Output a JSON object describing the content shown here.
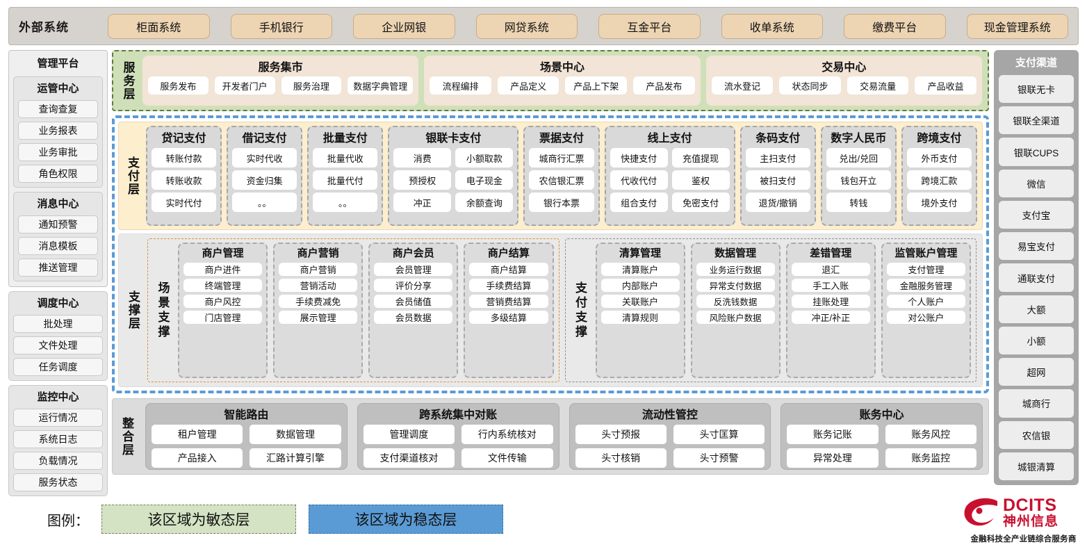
{
  "external": {
    "title": "外部系统",
    "items": [
      "柜面系统",
      "手机银行",
      "企业网银",
      "网贷系统",
      "互金平台",
      "收单系统",
      "缴费平台",
      "现金管理系统"
    ]
  },
  "management": {
    "title": "管理平台",
    "groups": [
      {
        "title": "运管中心",
        "items": [
          "查询查复",
          "业务报表",
          "业务审批",
          "角色权限"
        ]
      },
      {
        "title": "消息中心",
        "items": [
          "通知预警",
          "消息模板",
          "推送管理"
        ]
      }
    ],
    "standalone": [
      {
        "title": "调度中心",
        "items": [
          "批处理",
          "文件处理",
          "任务调度"
        ]
      },
      {
        "title": "监控中心",
        "items": [
          "运行情况",
          "系统日志",
          "负载情况",
          "服务状态"
        ]
      }
    ]
  },
  "service_layer": {
    "label": "服务层",
    "cards": [
      {
        "title": "服务集市",
        "items": [
          "服务发布",
          "开发者门户",
          "服务治理",
          "数据字典管理"
        ]
      },
      {
        "title": "场景中心",
        "items": [
          "流程编排",
          "产品定义",
          "产品上下架",
          "产品发布"
        ]
      },
      {
        "title": "交易中心",
        "items": [
          "流水登记",
          "状态同步",
          "交易流量",
          "产品收益"
        ]
      }
    ]
  },
  "payment_layer": {
    "label": "支付层",
    "groups": [
      {
        "title": "贷记支付",
        "cols": 1,
        "rows": [
          [
            "转账付款"
          ],
          [
            "转账收款"
          ],
          [
            "实时代付"
          ]
        ]
      },
      {
        "title": "借记支付",
        "cols": 1,
        "rows": [
          [
            "实时代收"
          ],
          [
            "资金归集"
          ],
          [
            "。。"
          ]
        ]
      },
      {
        "title": "批量支付",
        "cols": 1,
        "rows": [
          [
            "批量代收"
          ],
          [
            "批量代付"
          ],
          [
            "。。"
          ]
        ]
      },
      {
        "title": "银联卡支付",
        "cols": 2,
        "rows": [
          [
            "消费",
            "小额取款"
          ],
          [
            "预授权",
            "电子现金"
          ],
          [
            "冲正",
            "余额查询"
          ]
        ]
      },
      {
        "title": "票据支付",
        "cols": 1,
        "rows": [
          [
            "城商行汇票"
          ],
          [
            "农信银汇票"
          ],
          [
            "银行本票"
          ]
        ]
      },
      {
        "title": "线上支付",
        "cols": 2,
        "rows": [
          [
            "快捷支付",
            "充值提现"
          ],
          [
            "代收代付",
            "鉴权"
          ],
          [
            "组合支付",
            "免密支付"
          ]
        ]
      },
      {
        "title": "条码支付",
        "cols": 1,
        "rows": [
          [
            "主扫支付"
          ],
          [
            "被扫支付"
          ],
          [
            "退货/撤销"
          ]
        ]
      },
      {
        "title": "数字人民币",
        "cols": 1,
        "rows": [
          [
            "兑出/兑回"
          ],
          [
            "钱包开立"
          ],
          [
            "转钱"
          ]
        ]
      },
      {
        "title": "跨境支付",
        "cols": 1,
        "rows": [
          [
            "外币支付"
          ],
          [
            "跨境汇款"
          ],
          [
            "境外支付"
          ]
        ]
      }
    ]
  },
  "support_layer": {
    "label": "支撑层",
    "scene": {
      "label": "场景支撑",
      "groups": [
        {
          "title": "商户管理",
          "items": [
            "商户进件",
            "终端管理",
            "商户风控",
            "门店管理"
          ]
        },
        {
          "title": "商户营销",
          "items": [
            "商户营销",
            "营销活动",
            "手续费减免",
            "展示管理"
          ]
        },
        {
          "title": "商户会员",
          "items": [
            "会员管理",
            "评价分享",
            "会员储值",
            "会员数据"
          ]
        },
        {
          "title": "商户结算",
          "items": [
            "商户结算",
            "手续费结算",
            "营销费结算",
            "多级结算"
          ]
        }
      ]
    },
    "paysupport": {
      "label": "支付支撑",
      "groups": [
        {
          "title": "清算管理",
          "items": [
            "清算账户",
            "内部账户",
            "关联账户",
            "清算规则"
          ]
        },
        {
          "title": "数据管理",
          "items": [
            "业务运行数据",
            "异常支付数据",
            "反洗钱数据",
            "风险账户数据"
          ]
        },
        {
          "title": "差错管理",
          "items": [
            "退汇",
            "手工入账",
            "挂账处理",
            "冲正/补正"
          ]
        },
        {
          "title": "监管账户管理",
          "items": [
            "支付管理",
            "金融服务管理",
            "个人账户",
            "对公账户"
          ]
        }
      ]
    }
  },
  "integration_layer": {
    "label": "整合层",
    "cards": [
      {
        "title": "智能路由",
        "rows": [
          [
            "租户管理",
            "数据管理"
          ],
          [
            "产品接入",
            "汇路计算引擎"
          ]
        ]
      },
      {
        "title": "跨系统集中对账",
        "rows": [
          [
            "管理调度",
            "行内系统核对"
          ],
          [
            "支付渠道核对",
            "文件传输"
          ]
        ]
      },
      {
        "title": "流动性管控",
        "rows": [
          [
            "头寸预报",
            "头寸匡算"
          ],
          [
            "头寸核销",
            "头寸预警"
          ]
        ]
      },
      {
        "title": "账务中心",
        "rows": [
          [
            "账务记账",
            "账务风控"
          ],
          [
            "异常处理",
            "账务监控"
          ]
        ]
      }
    ]
  },
  "payment_channels": {
    "title": "支付渠道",
    "items": [
      "银联无卡",
      "银联全渠道",
      "银联CUPS",
      "微信",
      "支付宝",
      "易宝支付",
      "通联支付",
      "大额",
      "小额",
      "超网",
      "城商行",
      "农信银",
      "城银清算"
    ]
  },
  "legend": {
    "label": "图例：",
    "agile": "该区域为敏态层",
    "stable": "该区域为稳态层",
    "colors": {
      "agile": "#d4e3c3",
      "stable": "#5b9bd5",
      "accent_orange": "#edd4b3",
      "brand_red": "#c8102e"
    }
  },
  "logo": {
    "brand": "DCITS",
    "cn": "神州信息",
    "tagline": "金融科技全产业链综合服务商"
  }
}
